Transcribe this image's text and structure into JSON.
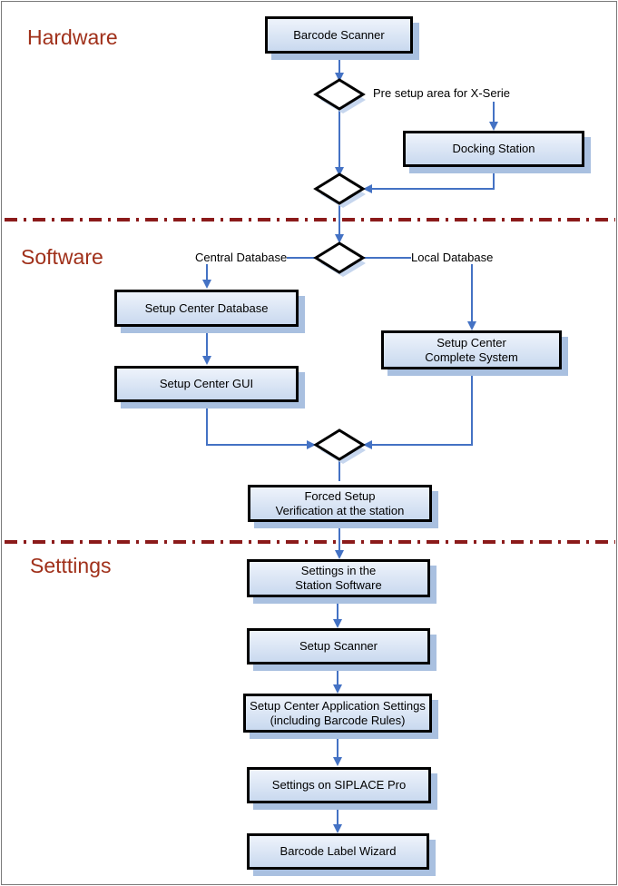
{
  "sections": {
    "hardware": "Hardware",
    "software": "Software",
    "settings": "Setttings"
  },
  "boxes": {
    "barcode_scanner": "Barcode Scanner",
    "docking_station": "Docking Station",
    "setup_center_database": "Setup Center Database",
    "setup_center_gui": "Setup Center GUI",
    "setup_center_complete": "Setup Center\nComplete System",
    "forced_setup": "Forced Setup\nVerification at the station",
    "settings_station": "Settings in the\nStation Software",
    "setup_scanner": "Setup Scanner",
    "setup_center_app": "Setup Center Application Settings\n(including Barcode Rules)",
    "settings_siplace": "Settings on SIPLACE Pro",
    "barcode_label_wizard": "Barcode Label Wizard"
  },
  "labels": {
    "pre_setup": "Pre setup area for X-Serie",
    "central_db": "Central Database",
    "local_db": "Local Database"
  },
  "colors": {
    "connector": "#4472c4",
    "section_title": "#a0301a",
    "divider": "#8b1a1a"
  }
}
